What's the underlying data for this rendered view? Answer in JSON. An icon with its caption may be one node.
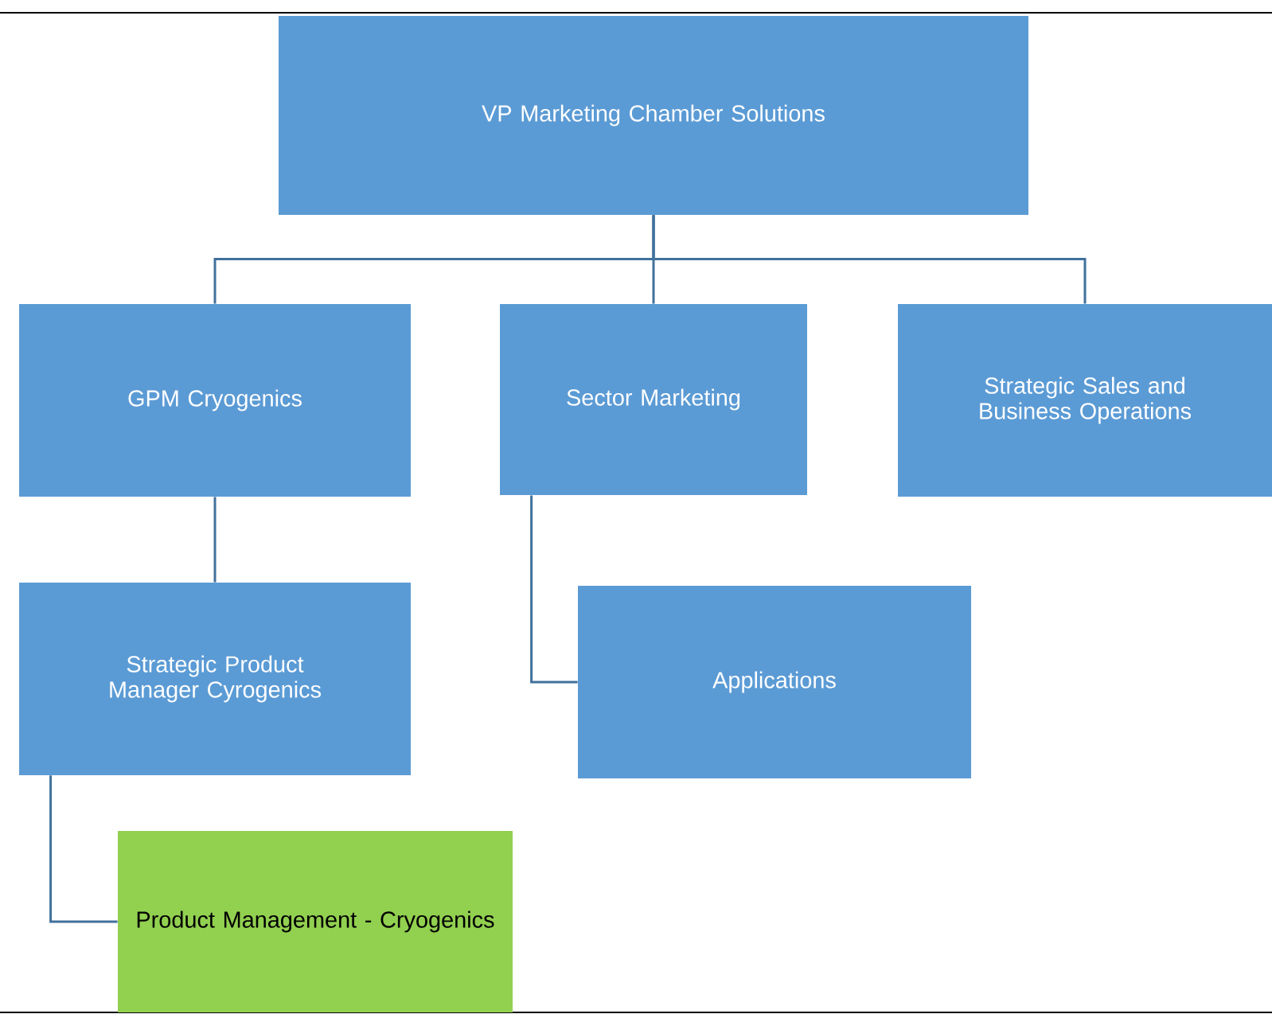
{
  "diagram": {
    "nodes": [
      {
        "text": [
          "VP Marketing Chamber Solutions"
        ]
      },
      {
        "text": [
          "GPM Cryogenics"
        ]
      },
      {
        "text": [
          "Sector Marketing"
        ]
      },
      {
        "text": [
          "Strategic Sales and Business Operations"
        ]
      },
      {
        "text": [
          "Strategic Product Manager Cyrogenics"
        ]
      },
      {
        "text": [
          "Applications"
        ]
      },
      {
        "text": [
          "Product Management - Cryogenics"
        ]
      }
    ],
    "edges": [
      {
        "from": 0,
        "to": 1,
        "arrow": "none"
      },
      {
        "from": 0,
        "to": 2,
        "arrow": "none"
      },
      {
        "from": 0,
        "to": 3,
        "arrow": "none"
      },
      {
        "from": 1,
        "to": 4,
        "arrow": "none"
      },
      {
        "from": 2,
        "to": 5,
        "arrow": "none"
      },
      {
        "from": 4,
        "to": 6,
        "arrow": "none",
        "color": "#41719c"
      }
    ]
  }
}
